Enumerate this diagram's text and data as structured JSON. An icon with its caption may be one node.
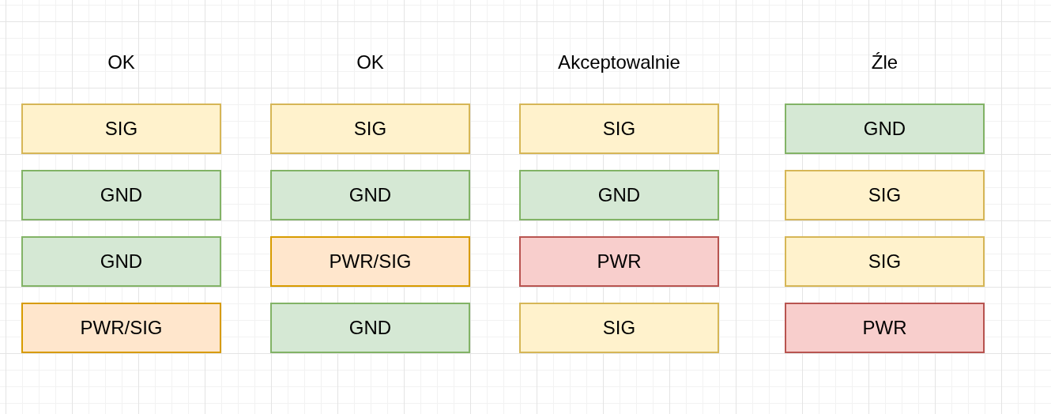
{
  "diagram": {
    "nodes": [
      {
        "text": [
          "SIG"
        ]
      },
      {
        "text": [
          "GND"
        ]
      },
      {
        "text": [
          "GND"
        ]
      },
      {
        "text": [
          "PWR/SIG"
        ]
      },
      {
        "text": [
          "SIG"
        ]
      },
      {
        "text": [
          "GND"
        ]
      },
      {
        "text": [
          "PWR/SIG"
        ]
      },
      {
        "text": [
          "GND"
        ]
      },
      {
        "text": [
          "SIG"
        ]
      },
      {
        "text": [
          "GND"
        ]
      },
      {
        "text": [
          "PWR"
        ]
      },
      {
        "text": [
          "SIG"
        ]
      },
      {
        "text": [
          "GND"
        ]
      },
      {
        "text": [
          "SIG"
        ]
      },
      {
        "text": [
          "SIG"
        ]
      },
      {
        "text": [
          "PWR"
        ]
      }
    ],
    "labels": [
      "OK",
      "OK",
      "Akceptowalnie",
      "Źle"
    ]
  }
}
